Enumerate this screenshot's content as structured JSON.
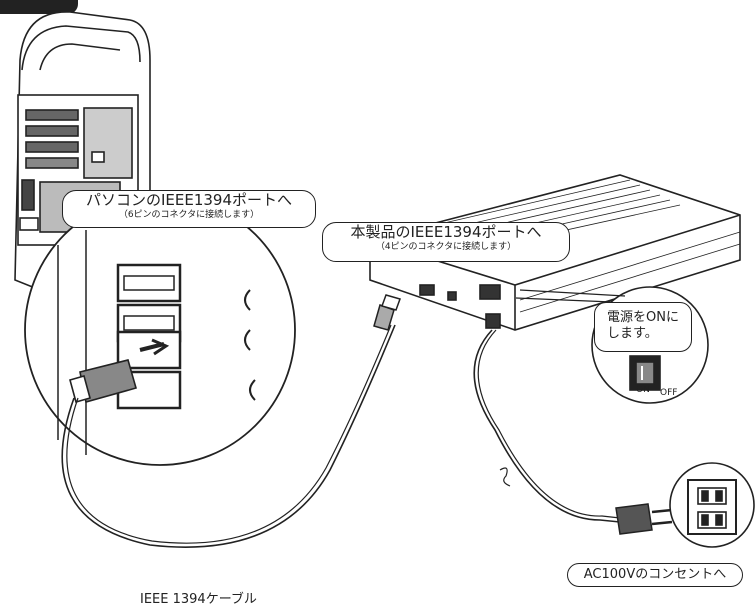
{
  "callouts": {
    "pc_port": {
      "title": "パソコンのIEEE1394ポートへ",
      "note": "（6ピンのコネクタに接続します）"
    },
    "drive_port": {
      "title": "本製品のIEEE1394ポートへ",
      "note": "（4ピンのコネクタに接続します）"
    },
    "power_switch": {
      "title": "電源をONにします。"
    },
    "outlet": {
      "title": "AC100Vのコンセントへ"
    }
  },
  "switch_labels": {
    "on": "ON",
    "off": "OFF"
  },
  "cable": {
    "label": "IEEE 1394ケーブル"
  },
  "colors": {
    "line": "#222222",
    "fill_light": "#ffffff",
    "fill_mid": "#9a9a9a",
    "fill_dark": "#333333"
  }
}
